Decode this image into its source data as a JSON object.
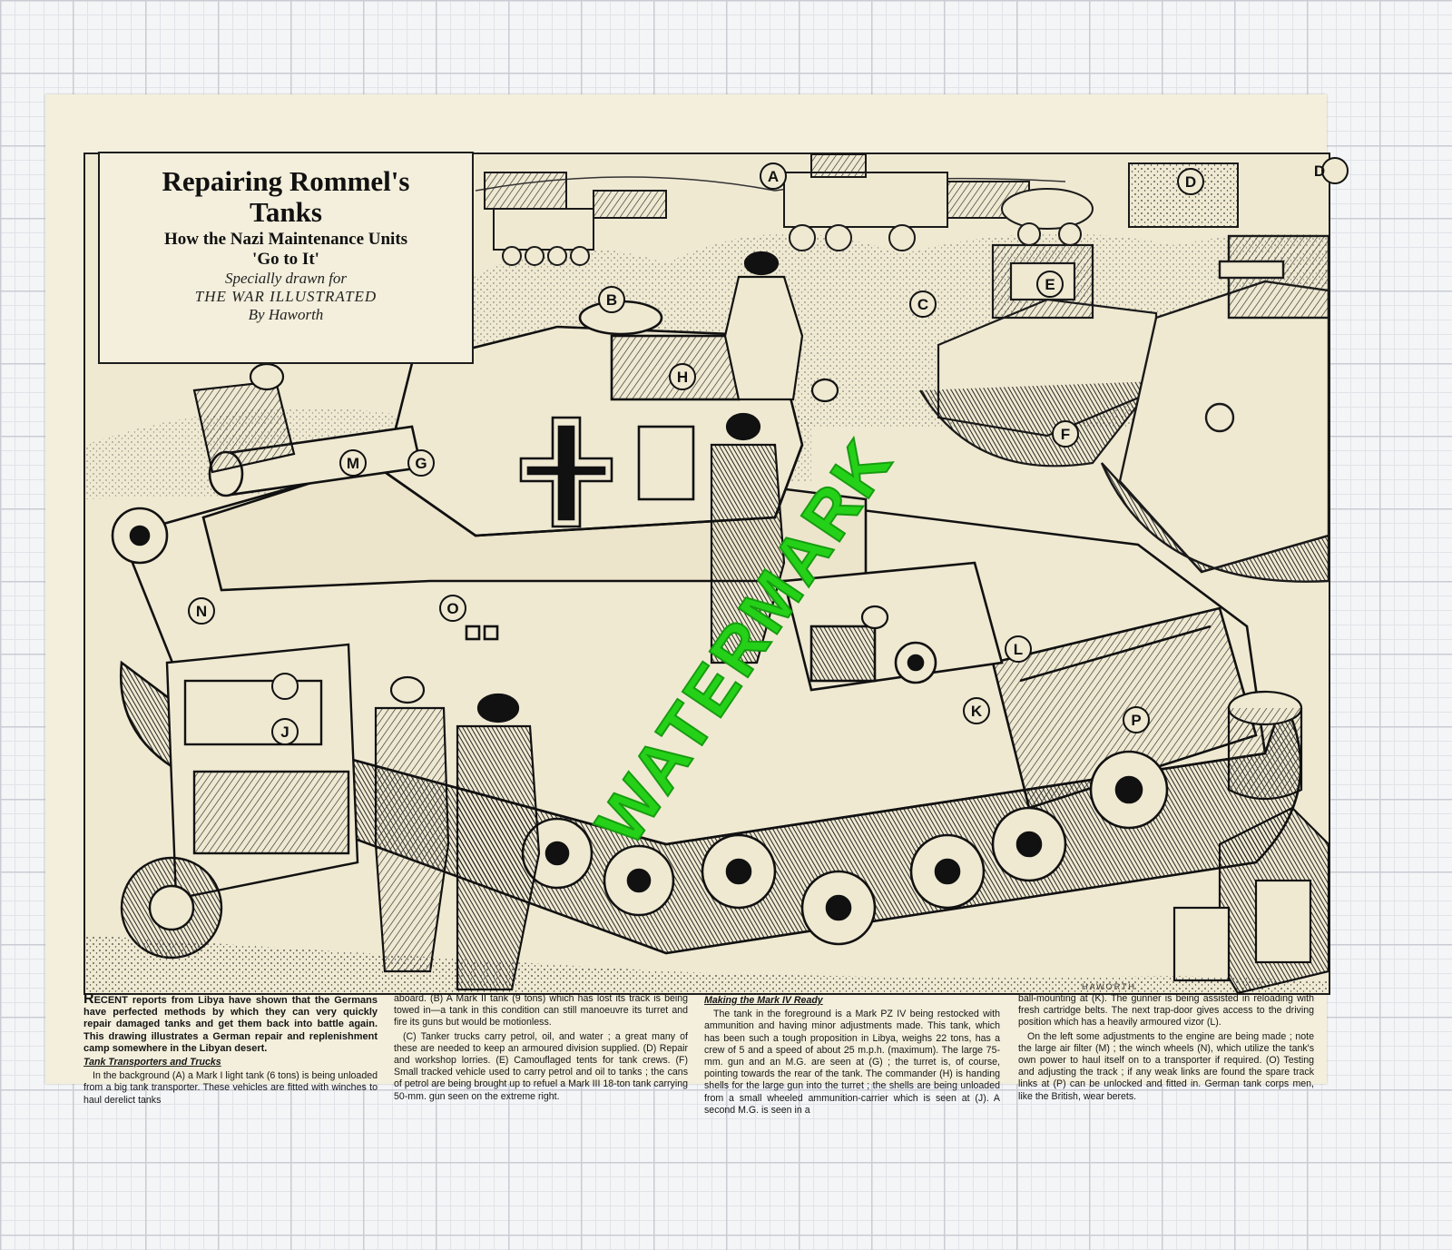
{
  "title": {
    "line1": "Repairing Rommel's",
    "line2": "Tanks",
    "subtitle": "How the Nazi Maintenance Units",
    "subtitle2": "'Go to It'",
    "credit1": "Specially drawn for",
    "credit2": "THE WAR ILLUSTRATED",
    "credit3": "By Haworth"
  },
  "watermark": "WATERMARK",
  "artist_signature": "HAWORTH",
  "labels": [
    "A",
    "B",
    "C",
    "D",
    "D",
    "E",
    "F",
    "G",
    "H",
    "J",
    "K",
    "L",
    "M",
    "N",
    "O",
    "P"
  ],
  "columns": {
    "col1": {
      "lead_cap": "R",
      "lead_rest": "ECENT reports from Libya have shown that the Germans have perfected methods by which they can very quickly repair damaged tanks and get them back into battle again. This drawing illustrates a German repair and replenishment camp somewhere in the Libyan desert.",
      "heading": "Tank Transporters and Trucks",
      "p1": "In the background (A) a Mark I light tank (6 tons) is being unloaded from a big tank transporter. These vehicles are fitted with winches to haul derelict tanks"
    },
    "col2": {
      "p1": "aboard. (B) A Mark II tank (9 tons) which has lost its track is being towed in—a tank in this condition can still manoeuvre its turret and fire its guns but would be motionless.",
      "p2": "(C) Tanker trucks carry petrol, oil, and water ; a great many of these are needed to keep an armoured division supplied. (D) Repair and workshop lorries. (E) Camouflaged tents for tank crews. (F) Small tracked vehicle used to carry petrol and oil to tanks ; the cans of petrol are being brought up to refuel a Mark III 18-ton tank carrying 50-mm. gun seen on the extreme right."
    },
    "col3": {
      "heading": "Making the Mark IV Ready",
      "p1": "The tank in the foreground is a Mark PZ IV being restocked with ammunition and having minor adjustments made. This tank, which has been such a tough proposition in Libya, weighs 22 tons, has a crew of 5 and a speed of about 25 m.p.h. (maximum). The large 75-mm. gun and an M.G. are seen at (G) ; the turret is, of course, pointing towards the rear of the tank. The commander (H) is handing shells for the large gun into the turret ; the shells are being unloaded from a small wheeled ammunition-carrier which is seen at (J). A second M.G. is seen in a"
    },
    "col4": {
      "p1": "ball-mounting at (K). The gunner is being assisted in reloading with fresh cartridge belts. The next trap-door gives access to the driving position which has a heavily armoured vizor (L).",
      "p2": "On the left some adjustments to the engine are being made ; note the large air filter (M) ; the winch wheels (N), which utilize the tank's own power to haul itself on to a transporter if required. (O) Testing and adjusting the track ; if any weak links are found the spare track links at (P) can be unlocked and fitted in. German tank corps men, like the British, wear berets."
    }
  }
}
